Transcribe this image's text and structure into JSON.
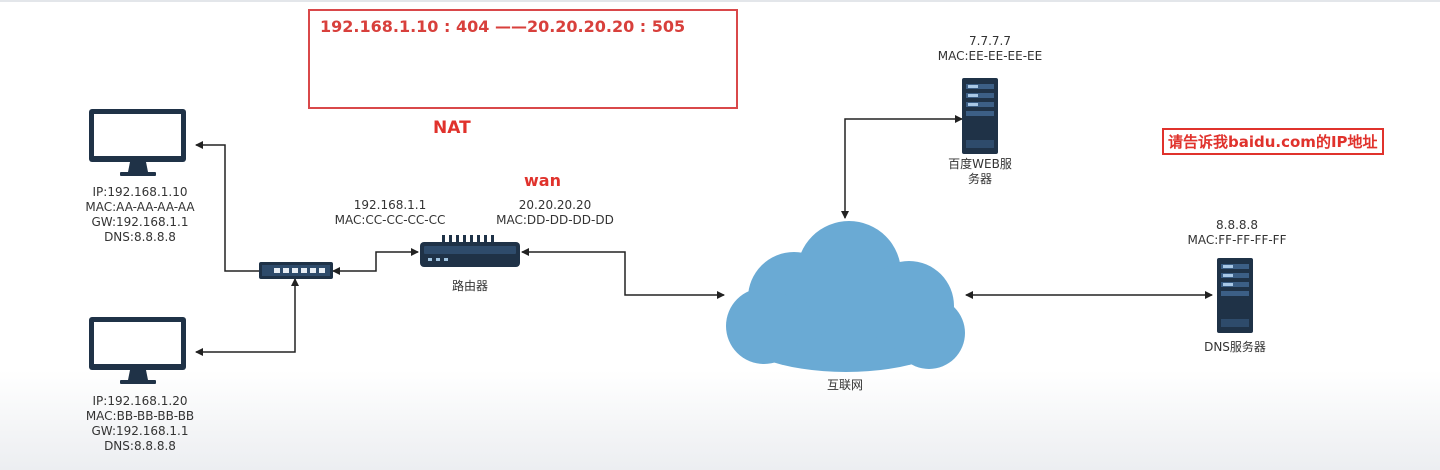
{
  "nat_box": {
    "mapping": "192.168.1.10 : 404 ——20.20.20.20 : 505"
  },
  "nat_label": "NAT",
  "wan_label": "wan",
  "pc1": {
    "ip": "IP:192.168.1.10",
    "mac": "MAC:AA-AA-AA-AA",
    "gw": "GW:192.168.1.1",
    "dns": "DNS:8.8.8.8"
  },
  "pc2": {
    "ip": "IP:192.168.1.20",
    "mac": "MAC:BB-BB-BB-BB",
    "gw": "GW:192.168.1.1",
    "dns": "DNS:8.8.8.8"
  },
  "router_lan": {
    "ip": "192.168.1.1",
    "mac": "MAC:CC-CC-CC-CC"
  },
  "router_wan": {
    "ip": "20.20.20.20",
    "mac": "MAC:DD-DD-DD-DD"
  },
  "router_label": "路由器",
  "web_server": {
    "ip": "7.7.7.7",
    "mac": "MAC:EE-EE-EE-EE",
    "label_line1": "百度WEB服",
    "label_line2": "务器"
  },
  "dns_server": {
    "ip": "8.8.8.8",
    "mac": "MAC:FF-FF-FF-FF",
    "label": "DNS服务器"
  },
  "internet_label": "互联网",
  "ask_label": "请告诉我baidu.com的IP地址",
  "colors": {
    "accent_red": "#e0322c",
    "cloud": "#6aaad4",
    "device_dark": "#1f3247",
    "line": "#222222"
  }
}
